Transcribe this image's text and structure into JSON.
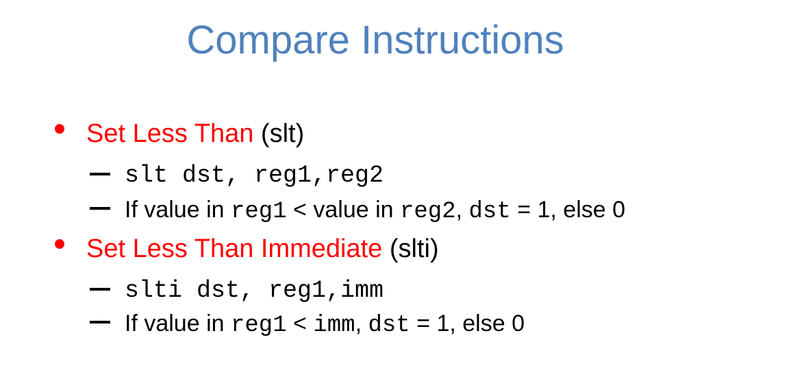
{
  "title": "Compare Instructions",
  "colors": {
    "title": "#4f81bd",
    "highlight": "#ff0000",
    "text": "#000000"
  },
  "bullets": [
    {
      "highlight": "Set Less Than",
      "suffix": " (slt)",
      "subitems": [
        {
          "code": "slt dst, reg1,reg2"
        },
        {
          "text_1": "If value in ",
          "code_1": "reg1",
          "text_2": " < value in ",
          "code_2": "reg2",
          "text_3": ", ",
          "code_3": "dst",
          "text_4": " = 1, else 0"
        }
      ]
    },
    {
      "highlight": "Set Less Than Immediate",
      "suffix": " (slti)",
      "subitems": [
        {
          "code": "slti dst, reg1,imm"
        },
        {
          "text_1": "If value in ",
          "code_1": "reg1",
          "text_2": " < ",
          "code_2": "imm",
          "text_3": ", ",
          "code_3": "dst",
          "text_4": " = 1, else 0"
        }
      ]
    }
  ]
}
